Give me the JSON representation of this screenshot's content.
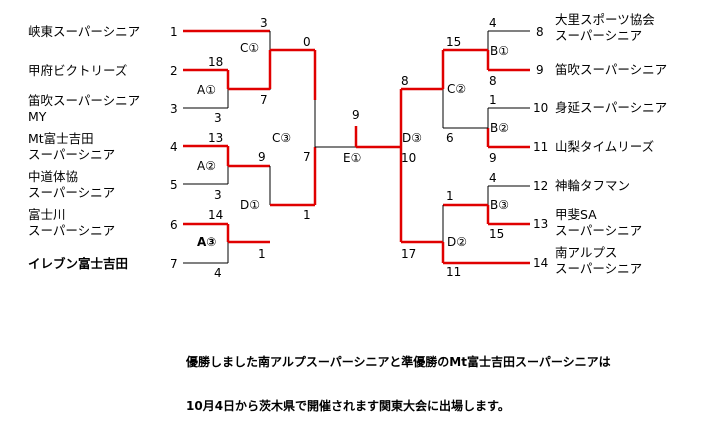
{
  "teams": [
    {
      "seed": "1",
      "name": [
        "峡東スーパーシニア"
      ]
    },
    {
      "seed": "2",
      "name": [
        "甲府ビクトリーズ"
      ]
    },
    {
      "seed": "3",
      "name": [
        "笛吹スーパーシニア",
        "MY"
      ]
    },
    {
      "seed": "4",
      "name": [
        "Mt富士吉田",
        "スーパーシニア"
      ]
    },
    {
      "seed": "5",
      "name": [
        "中道体協",
        "スーパーシニア"
      ]
    },
    {
      "seed": "6",
      "name": [
        "富士川",
        "スーパーシニア"
      ]
    },
    {
      "seed": "7",
      "name": [
        "イレブン富士吉田"
      ]
    },
    {
      "seed": "8",
      "name": [
        "大里スポーツ協会",
        "スーパーシニア"
      ]
    },
    {
      "seed": "9",
      "name": [
        "笛吹スーパーシニア"
      ]
    },
    {
      "seed": "10",
      "name": [
        "身延スーパーシニア"
      ]
    },
    {
      "seed": "11",
      "name": [
        "山梨タイムリーズ"
      ]
    },
    {
      "seed": "12",
      "name": [
        "神輪タフマン"
      ]
    },
    {
      "seed": "13",
      "name": [
        "甲斐SA",
        "スーパーシニア"
      ]
    },
    {
      "seed": "14",
      "name": [
        "南アルプス",
        "スーパーシニア"
      ]
    }
  ],
  "games": {
    "A1": {
      "label": "A①",
      "scores": [
        "18",
        "3"
      ]
    },
    "A2": {
      "label": "A②",
      "scores": [
        "13",
        "3"
      ]
    },
    "A3": {
      "label": "A③",
      "scores": [
        "14",
        "4"
      ]
    },
    "C1": {
      "label": "C①",
      "scores": [
        "3",
        "7"
      ]
    },
    "D1": {
      "label": "D①",
      "scores": [
        "9",
        "1"
      ]
    },
    "C3": {
      "label": "C③",
      "scores": [
        "0",
        "7"
      ]
    },
    "B1": {
      "label": "B①",
      "scores": [
        "4",
        "8"
      ]
    },
    "B2": {
      "label": "B②",
      "scores": [
        "1",
        "9"
      ]
    },
    "B3": {
      "label": "B③",
      "scores": [
        "4",
        "15"
      ]
    },
    "C2": {
      "label": "C②",
      "scores": [
        "15",
        "6"
      ]
    },
    "D2": {
      "label": "D②",
      "scores": [
        "1",
        "11"
      ]
    },
    "D3": {
      "label": "D③",
      "scores": [
        "8",
        "17"
      ]
    },
    "E1": {
      "label": "E①",
      "scores": [
        "9",
        "10"
      ]
    }
  },
  "notice": {
    "line1": "優勝しました南アルプスーパーシニアと準優勝のMt富士吉田スーパーシニアは",
    "line2": "10月4日から茨木県で開催されます関東大会に出場します。"
  },
  "colors": {
    "win_line": "#e00000",
    "line": "#000000"
  }
}
